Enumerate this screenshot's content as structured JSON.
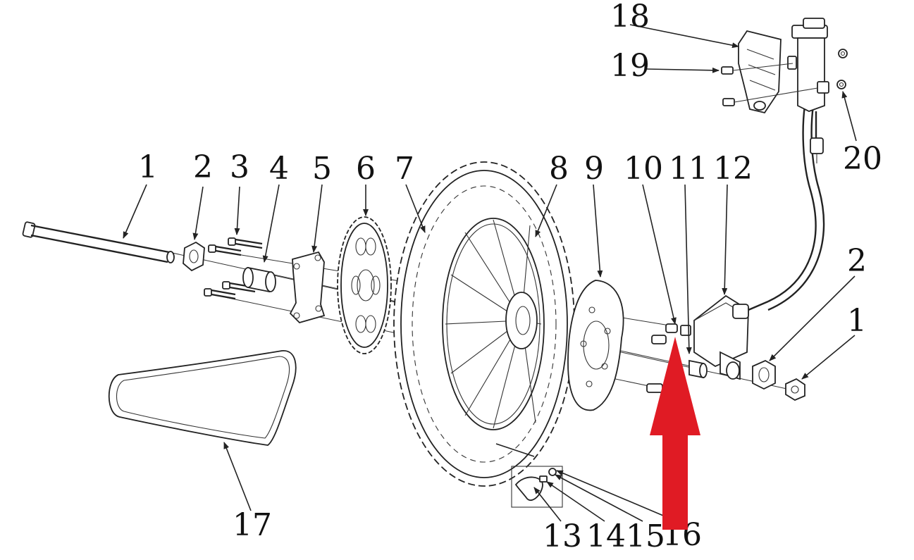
{
  "diagram": {
    "colors": {
      "ink": "#222222",
      "highlight_arrow": "#e01b24",
      "background": "#ffffff"
    },
    "labels": [
      "1",
      "2",
      "3",
      "4",
      "5",
      "6",
      "7",
      "8",
      "9",
      "10",
      "11",
      "12",
      "2",
      "1",
      "13",
      "14",
      "15",
      "16",
      "17",
      "18",
      "19",
      "20"
    ]
  }
}
